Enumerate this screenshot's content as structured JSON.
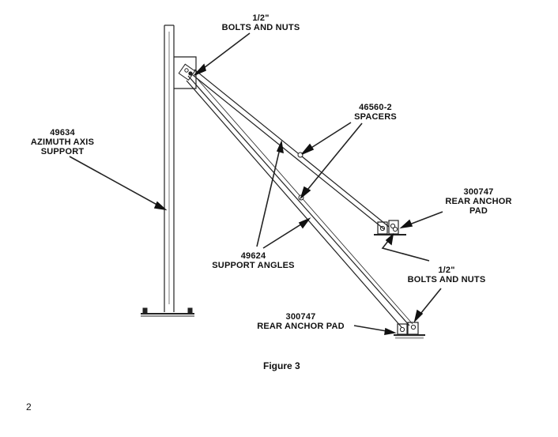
{
  "labels": {
    "bolts_top": {
      "line1": "1/2\"",
      "line2": "BOLTS AND NUTS"
    },
    "spacers": {
      "line1": "46560-2",
      "line2": "SPACERS"
    },
    "azimuth": {
      "line1": "49634",
      "line2": "AZIMUTH AXIS",
      "line3": "SUPPORT"
    },
    "rear_pad_upper": {
      "line1": "300747",
      "line2": "REAR ANCHOR",
      "line3": "PAD"
    },
    "support_angles": {
      "line1": "49624",
      "line2": "SUPPORT ANGLES"
    },
    "bolts_lower": {
      "line1": "1/2\"",
      "line2": "BOLTS AND NUTS"
    },
    "rear_pad_lower": {
      "line1": "300747",
      "line2": "REAR ANCHOR PAD"
    }
  },
  "caption": "Figure 3",
  "page_number": "2"
}
